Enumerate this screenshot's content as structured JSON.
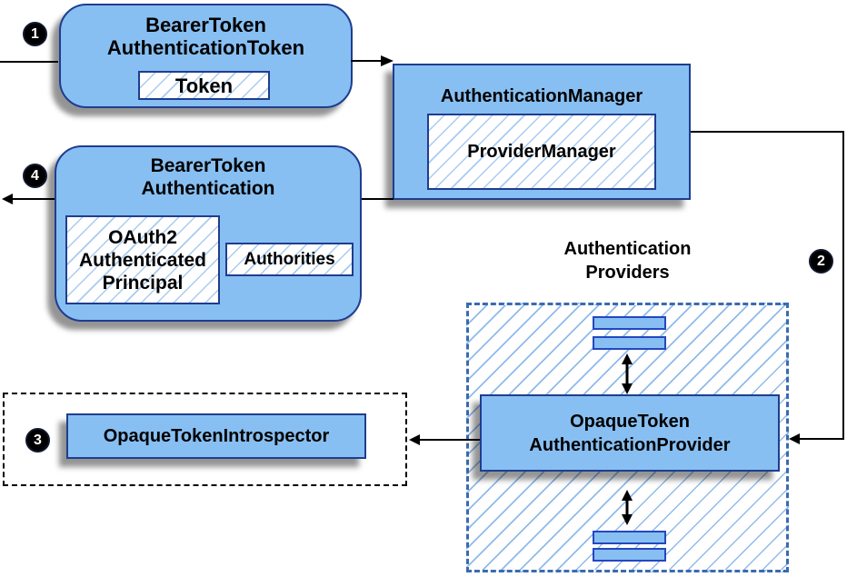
{
  "steps": {
    "s1": "1",
    "s2": "2",
    "s3": "3",
    "s4": "4"
  },
  "boxes": {
    "bearer_token_authentication_token": {
      "title_l1": "BearerToken",
      "title_l2": "AuthenticationToken",
      "token": "Token"
    },
    "authentication_manager": {
      "title": "AuthenticationManager",
      "provider_manager": "ProviderManager"
    },
    "bearer_token_authentication": {
      "title_l1": "BearerToken",
      "title_l2": "Authentication",
      "principal_l1": "OAuth2",
      "principal_l2": "Authenticated",
      "principal_l3": "Principal",
      "authorities": "Authorities"
    },
    "authentication_providers_group": {
      "title_l1": "Authentication",
      "title_l2": "Providers"
    },
    "opaque_token_authentication_provider": {
      "title_l1": "OpaqueToken",
      "title_l2": "AuthenticationProvider"
    },
    "opaque_token_introspector": {
      "title": "OpaqueTokenIntrospector"
    }
  },
  "colors": {
    "box_fill": "#87BFF2",
    "box_border": "#1F3D8F",
    "bar_border": "#2547C0",
    "inner_hatch_line": "#A8CBF0",
    "group_hatch_line": "#8FBBEA",
    "dashed_blue_border": "#3A6BB0",
    "dashed_black_border": "#000000",
    "connector": "#000000",
    "badge_bg": "#000000",
    "badge_text": "#FFFFFF"
  }
}
